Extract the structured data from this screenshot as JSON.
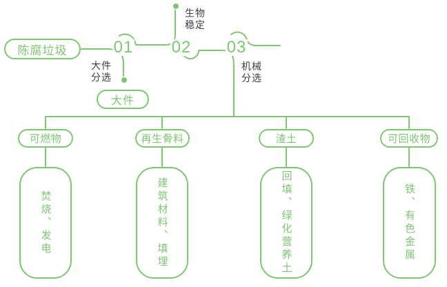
{
  "colors": {
    "green": "#7dc672",
    "text_dark": "#3d3d3d",
    "background": "#ffffff"
  },
  "source": {
    "label": "陈腐垃圾"
  },
  "steps": [
    {
      "number": "01",
      "label_line1": "大件",
      "label_line2": "分选"
    },
    {
      "number": "02",
      "label_line1": "生物",
      "label_line2": "稳定"
    },
    {
      "number": "03",
      "label_line1": "机械",
      "label_line2": "分选"
    }
  ],
  "bulky": {
    "label": "大件"
  },
  "outputs": [
    {
      "category": "可燃物",
      "result": "焚烧、发电"
    },
    {
      "category": "再生骨料",
      "result": "建筑材料、填埋"
    },
    {
      "category": "渣土",
      "result": "回填、绿化营养土"
    },
    {
      "category": "可回收物",
      "result": "铁、有色金属"
    }
  ]
}
